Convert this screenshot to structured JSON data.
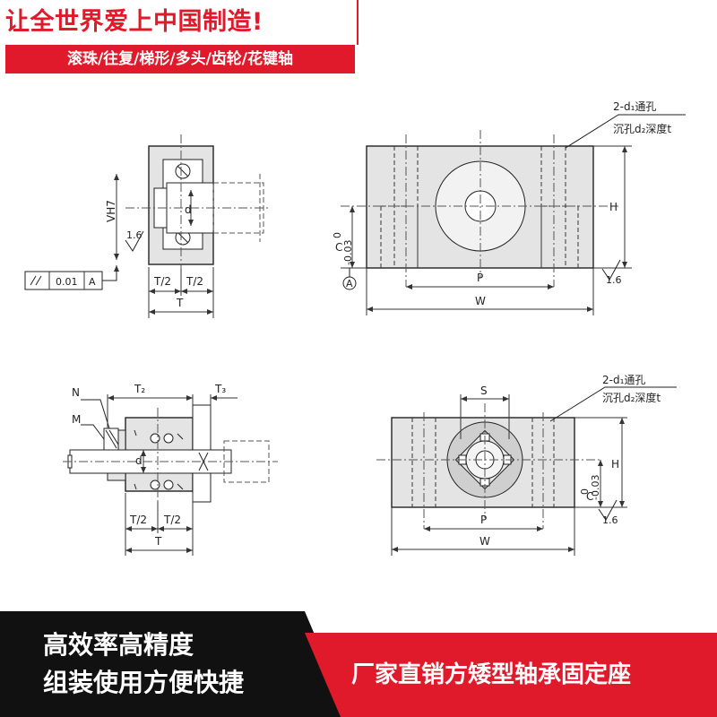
{
  "header": {
    "slogan": "让全世界爱上中国制造!",
    "tags": "滚珠/往复/梯形/多头/齿轮/花键轴"
  },
  "drawing": {
    "hole_note_line1": "2-d₁通孔",
    "hole_note_line2": "沉孔d₂深度t",
    "label_V": "VH7",
    "label_d": "d",
    "label_half_T": "T/2",
    "label_T": "T",
    "label_tolerance": "0.01",
    "label_datum": "A",
    "label_roughness": "1.6",
    "label_C": "C",
    "label_C_tol_upper": "0",
    "label_C_tol_lower": "-0.03",
    "label_H": "H",
    "label_P": "P",
    "label_W": "W",
    "label_N": "N",
    "label_M": "M",
    "label_T2": "T₂",
    "label_T3": "T₃",
    "label_S": "S"
  },
  "footer": {
    "left_line1": "高效率高精度",
    "left_line2": "组装使用方便快捷",
    "right_text": "厂家直销方矮型轴承固定座"
  },
  "colors": {
    "accent": "#e0192b",
    "dark": "#111111",
    "part_fill": "#e4e4e4"
  }
}
